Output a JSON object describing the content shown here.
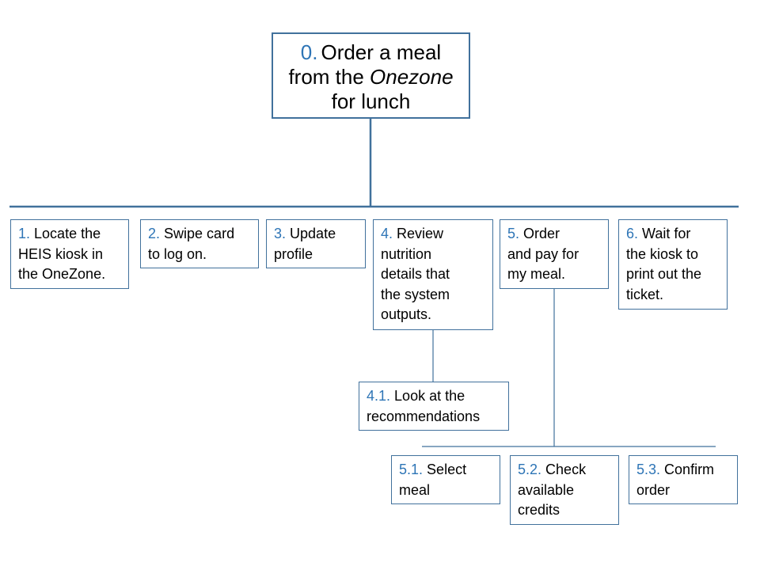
{
  "colors": {
    "accent_number": "#2e75b6",
    "box_border": "#41719c",
    "connector": "#41719c",
    "background": "#ffffff",
    "text": "#000000"
  },
  "root": {
    "number": "0.",
    "line1": "Order a meal",
    "line2_prefix": "from the ",
    "line2_emphasis": "Onezone",
    "line3": "for lunch"
  },
  "steps": [
    {
      "id": "1",
      "number": "1.",
      "lines": [
        "Locate the",
        "HEIS kiosk in",
        "the OneZone."
      ]
    },
    {
      "id": "2",
      "number": "2.",
      "lines": [
        "Swipe card",
        "to log on."
      ]
    },
    {
      "id": "3",
      "number": "3.",
      "lines": [
        "Update",
        "profile"
      ]
    },
    {
      "id": "4",
      "number": "4.",
      "lines": [
        "Review",
        "nutrition",
        "details that",
        "the system",
        "outputs."
      ]
    },
    {
      "id": "5",
      "number": "5.",
      "lines": [
        "Order",
        "and pay for",
        "my meal."
      ]
    },
    {
      "id": "6",
      "number": "6.",
      "lines": [
        "Wait for",
        "the kiosk to",
        "print out the",
        "ticket."
      ]
    },
    {
      "id": "4-1",
      "number": "4.1.",
      "lines": [
        "Look at the",
        "recommendations"
      ]
    },
    {
      "id": "5-1",
      "number": "5.1.",
      "lines": [
        "Select",
        "meal"
      ]
    },
    {
      "id": "5-2",
      "number": "5.2.",
      "lines": [
        "Check",
        "available",
        "credits"
      ]
    },
    {
      "id": "5-3",
      "number": "5.3.",
      "lines": [
        "Confirm",
        "order"
      ]
    }
  ]
}
